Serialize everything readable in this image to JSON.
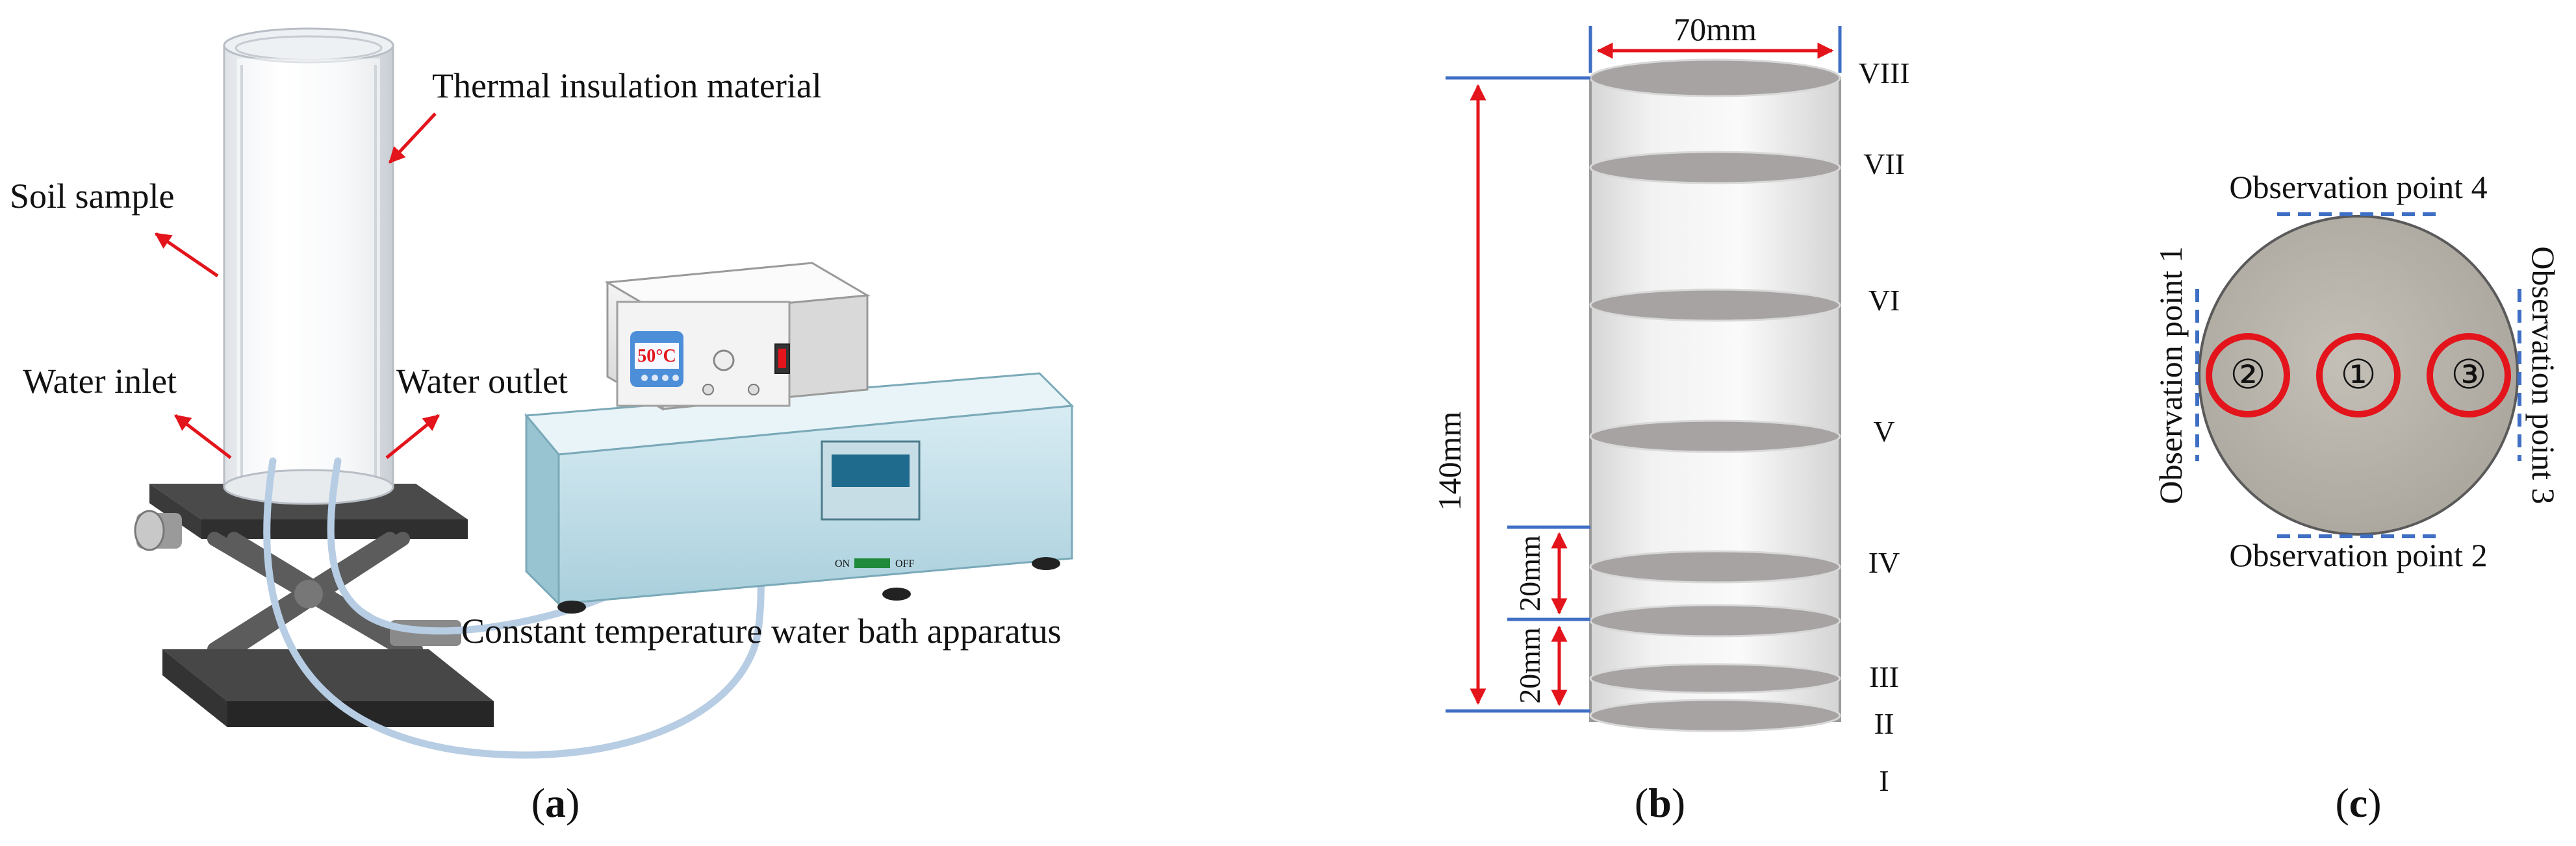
{
  "panel_a": {
    "labels": {
      "thermal_insulation": "Thermal insulation material",
      "soil_sample": "Soil sample",
      "water_inlet": "Water inlet",
      "water_outlet": "Water outlet",
      "bath_apparatus": "Constant temperature water bath apparatus"
    },
    "controller": {
      "temp_display": "50°C",
      "on_label": "ON",
      "off_label": "OFF"
    },
    "caption_letter": "a"
  },
  "panel_b": {
    "diameter_label": "70mm",
    "height_label": "140mm",
    "spacing_label_upper": "20mm",
    "spacing_label_lower": "20mm",
    "layers": [
      "VIII",
      "VII",
      "VI",
      "V",
      "IV",
      "III",
      "II",
      "I"
    ],
    "caption_letter": "b"
  },
  "panel_c": {
    "observation_points": {
      "top": "Observation point 4",
      "bottom": "Observation point 2",
      "left": "Observation point 1",
      "right": "Observation point 3"
    },
    "markers": [
      "②",
      "①",
      "③"
    ],
    "caption_letter": "c"
  },
  "colors": {
    "arrow_red": "#e3141b",
    "dimension_blue": "#3f6fc4",
    "disc_grey": "#a7a3a3",
    "sample_grey": "#b3afa6"
  }
}
